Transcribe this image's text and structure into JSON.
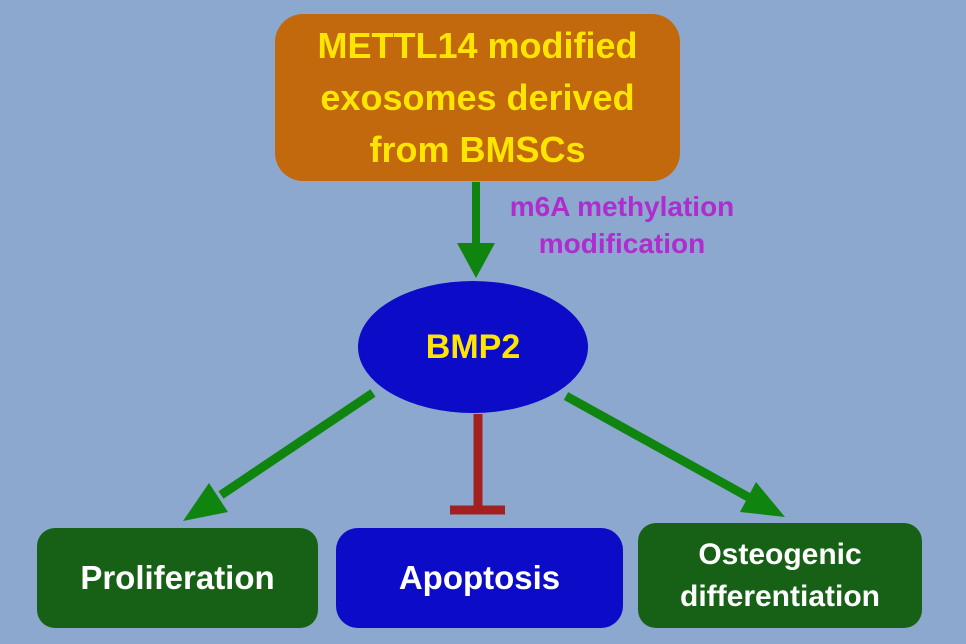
{
  "title": "METTL14 exosome BMP2 pathway diagram",
  "colors": {
    "background": "#8CA8CF",
    "top_box_fill": "#C2690E",
    "yellow_text": "#FFE500",
    "magenta_text": "#AF2CCE",
    "arrow_green": "#0F850F",
    "inhibit_red": "#A32020",
    "blue_fill": "#0B0BC8",
    "dark_green_fill": "#176117",
    "white_text": "#FFFFFF"
  },
  "nodes": {
    "source": {
      "label_lines": [
        "METTL14 modified",
        "exosomes derived",
        "from BMSCs"
      ],
      "shape": "rounded-rect",
      "fill": "#C2690E",
      "text_color": "#FFE500"
    },
    "mediator": {
      "label": "BMP2",
      "shape": "ellipse",
      "fill": "#0B0BC8",
      "text_color": "#FFE500"
    },
    "outcomes": {
      "proliferation": {
        "label": "Proliferation",
        "shape": "rounded-rect",
        "fill": "#176117",
        "text_color": "#FFFFFF"
      },
      "apoptosis": {
        "label": "Apoptosis",
        "shape": "rounded-rect",
        "fill": "#0B0BC8",
        "text_color": "#FFFFFF"
      },
      "osteogenic": {
        "label_lines": [
          "Osteogenic",
          "differentiation"
        ],
        "shape": "rounded-rect",
        "fill": "#176117",
        "text_color": "#FFFFFF"
      }
    }
  },
  "annotations": {
    "arrow_label_lines": [
      "m6A methylation",
      "modification"
    ],
    "arrow_label_color": "#AF2CCE"
  },
  "edges": [
    {
      "from": "source",
      "to": "mediator",
      "type": "activation",
      "color": "#0F850F"
    },
    {
      "from": "mediator",
      "to": "proliferation",
      "type": "activation",
      "color": "#0F850F"
    },
    {
      "from": "mediator",
      "to": "apoptosis",
      "type": "inhibition",
      "color": "#A32020"
    },
    {
      "from": "mediator",
      "to": "osteogenic",
      "type": "activation",
      "color": "#0F850F"
    }
  ]
}
